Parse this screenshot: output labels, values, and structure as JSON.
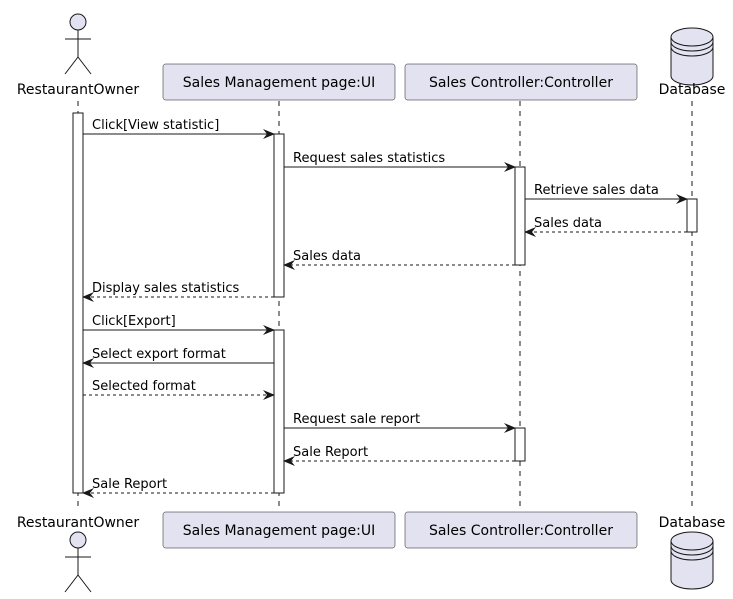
{
  "diagram": {
    "title": "",
    "participants": [
      {
        "id": "owner",
        "label": "RestaurantOwner",
        "kind": "actor"
      },
      {
        "id": "ui",
        "label": "Sales Management page:UI",
        "kind": "box"
      },
      {
        "id": "ctrl",
        "label": "Sales Controller:Controller",
        "kind": "box"
      },
      {
        "id": "db",
        "label": "Database",
        "kind": "database"
      }
    ],
    "messages": [
      {
        "label": "Click[View statistic]",
        "from": "owner",
        "to": "ui",
        "style": "solid"
      },
      {
        "label": "Request sales statistics",
        "from": "ui",
        "to": "ctrl",
        "style": "solid"
      },
      {
        "label": "Retrieve sales data",
        "from": "ctrl",
        "to": "db",
        "style": "solid"
      },
      {
        "label": "Sales data",
        "from": "db",
        "to": "ctrl",
        "style": "dashed"
      },
      {
        "label": "Sales data",
        "from": "ctrl",
        "to": "ui",
        "style": "dashed"
      },
      {
        "label": "Display sales statistics",
        "from": "ui",
        "to": "owner",
        "style": "dashed"
      },
      {
        "label": "Click[Export]",
        "from": "owner",
        "to": "ui",
        "style": "solid"
      },
      {
        "label": "Select export format",
        "from": "ui",
        "to": "owner",
        "style": "solid"
      },
      {
        "label": "Selected format",
        "from": "owner",
        "to": "ui",
        "style": "dashed"
      },
      {
        "label": "Request sale report",
        "from": "ui",
        "to": "ctrl",
        "style": "solid"
      },
      {
        "label": "Sale Report",
        "from": "ctrl",
        "to": "ui",
        "style": "dashed"
      },
      {
        "label": "Sale Report",
        "from": "ui",
        "to": "owner",
        "style": "dashed"
      }
    ],
    "colors": {
      "participant_fill": "#e2e2f0",
      "participant_border": "#181818",
      "lifeline": "#181818",
      "activation_fill": "#ffffff",
      "line": "#181818"
    }
  }
}
